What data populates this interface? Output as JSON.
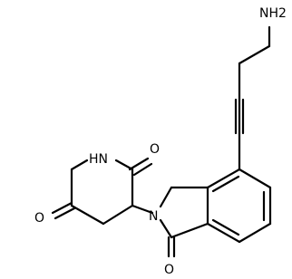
{
  "molecule": {
    "atoms": {
      "nh2": "NH2",
      "nh": "HN",
      "n_ring": "N",
      "o_top": "O",
      "o_left": "O",
      "o_bottom": "O"
    }
  },
  "colors": {
    "bond": "#000000",
    "background": "#ffffff"
  }
}
